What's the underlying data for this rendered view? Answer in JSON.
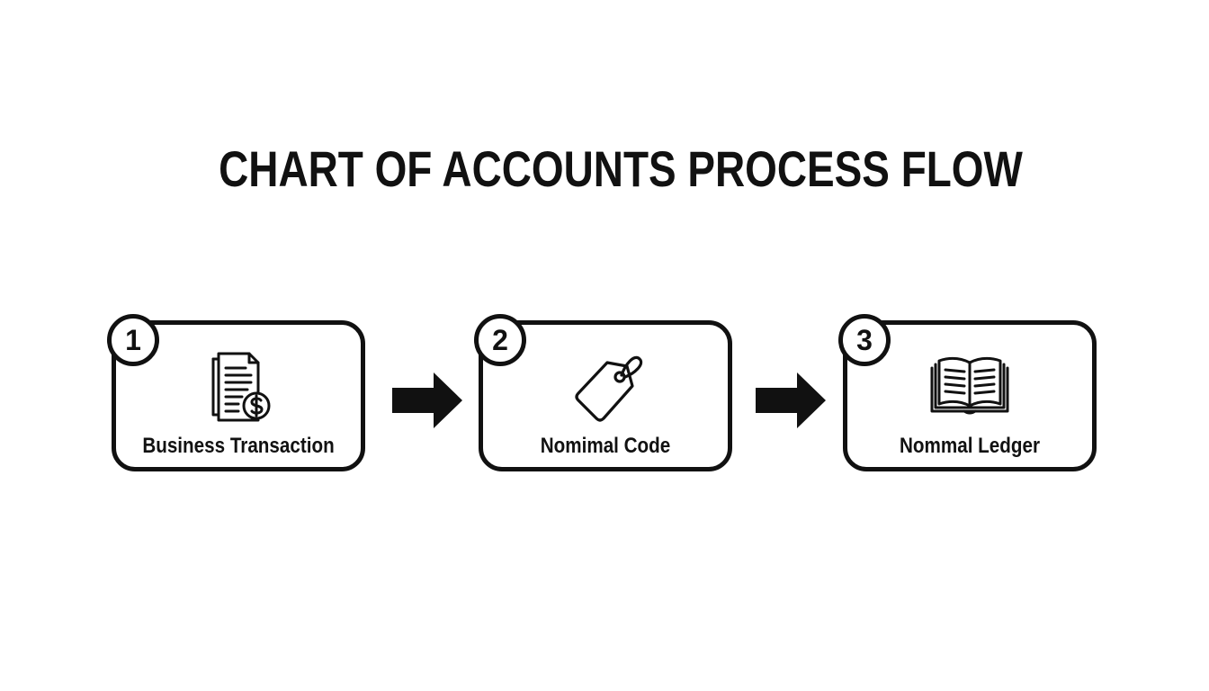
{
  "title": "CHART OF ACCOUNTS PROCESS FLOW",
  "steps": [
    {
      "number": "1",
      "label": "Business Transaction",
      "icon": "document-dollar-icon"
    },
    {
      "number": "2",
      "label": "Nomimal Code",
      "icon": "price-tag-icon"
    },
    {
      "number": "3",
      "label": "Nommal Ledger",
      "icon": "open-book-icon"
    }
  ],
  "colors": {
    "stroke": "#111111",
    "background": "#ffffff"
  }
}
